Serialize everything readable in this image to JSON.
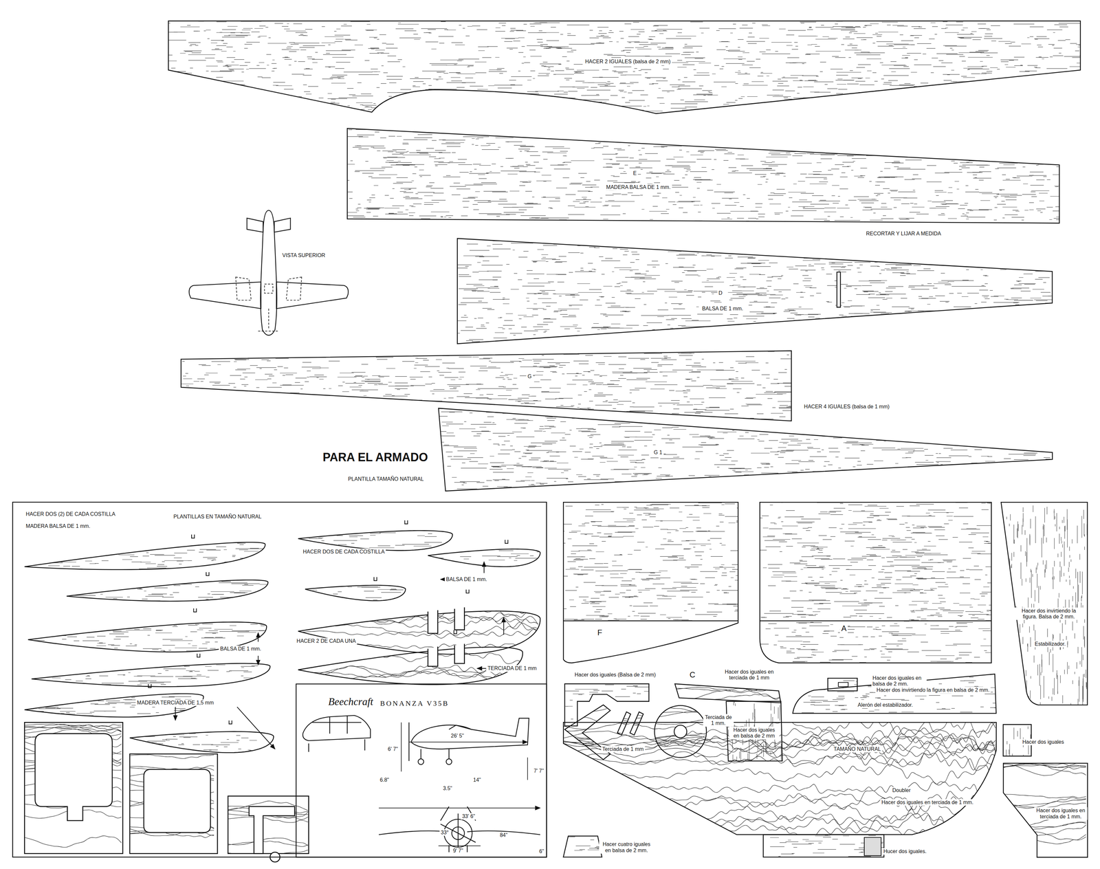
{
  "diagram": {
    "title": "PARA EL ARMADO",
    "nodes": [
      {
        "text": [
          "HACER 2 IGUALES (balsa de 2 mm)"
        ]
      },
      {
        "text": [
          "E",
          "MADERA BALSA DE 1 mm."
        ]
      },
      {
        "text": [
          "D",
          "BALSA DE 1 mm."
        ]
      },
      {
        "text": [
          "G"
        ]
      },
      {
        "text": [
          "G 1"
        ]
      },
      {
        "text": [
          "HACER DOS (2) DE CADA COSTILLA",
          "MADERA BALSA DE 1 mm."
        ]
      },
      {
        "text": [
          "Beechcraft",
          "BONANZA V35B"
        ],
        "in": 5
      },
      {
        "text": [
          "F"
        ]
      },
      {
        "text": [
          "A"
        ]
      },
      {
        "text": [
          "Hacer dos invirtiendo la figura. Balsa de 2 mm.",
          "Estabilizador."
        ]
      },
      {
        "text": [
          "Hacer dos invirtiendo la figura en balsa de 2 mm.",
          "Alerón del estabilizador."
        ]
      },
      {
        "text": [
          "Hacer dos iguales en balsa de 2 mm"
        ]
      },
      {
        "text": [
          "Doubler",
          "Hacer dos iguales en terciada de 1 mm."
        ]
      },
      {
        "text": [
          "Hacer dos iguales en terciada de 1 mm."
        ]
      }
    ],
    "labels": [
      "RECORTAR Y LIJAR A MEDIDA",
      "VISTA SUPERIOR",
      "HACER 4 IGUALES (balsa de 1 mm)",
      "PLANTILLA TAMAÑO NATURAL",
      "PLANTILLAS EN TAMAÑO NATURAL",
      "HACER DOS DE CADA COSTILLA",
      "BALSA DE 1 mm.",
      "BALSA DE 1 mm.",
      "HACER 2 DE CADA UNA",
      "TERCIADA DE 1 mm",
      "MADERA TERCIADA DE 1,5 mm",
      "26' 5\"",
      "6' 7\"",
      "6.8\"",
      "3.5\"",
      "14\"",
      "7' 7\"",
      "33' 6\"",
      "33°",
      "84\"",
      "6\"",
      "9' 7\"",
      "Hacer dos iguales (Balsa de 2 mm)",
      "C",
      "Hacer dos iguales en terciada de 1 mm",
      "Hacer dos iguales en balsa de 2 mm.",
      "Terciada de 1 mm.",
      "Terciada de 1 mm",
      "TAMAÑO NATURAL",
      "Hacer dos iguales",
      "Hacer cuatro iguales en balsa de 2 mm.",
      "Hucer dos iguales."
    ]
  }
}
